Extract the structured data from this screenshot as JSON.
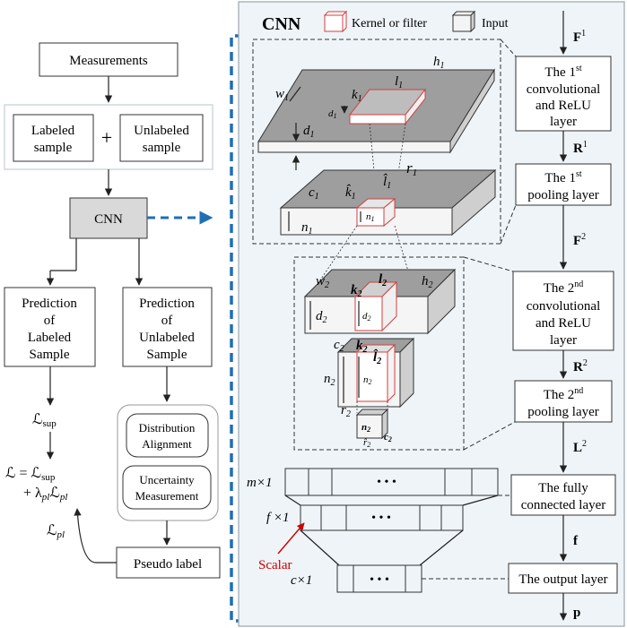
{
  "left": {
    "measurements": "Measurements",
    "labeled": [
      "Labeled",
      "sample"
    ],
    "plus": "+",
    "unlabeled": [
      "Unlabeled",
      "sample"
    ],
    "cnn": "CNN",
    "pred_labeled": [
      "Prediction",
      "of",
      "Labeled",
      "Sample"
    ],
    "pred_unlabeled": [
      "Prediction",
      "of",
      "Unlabeled",
      "Sample"
    ],
    "distribution": [
      "Distribution",
      "Alignment"
    ],
    "uncertainty": [
      "Uncertainty",
      "Measurement"
    ],
    "pseudo": "Pseudo label",
    "l_sup_main": "ℒ",
    "l_sup_sub": "sup",
    "total_line1_main": "ℒ = ℒ",
    "total_line1_sub": "sup",
    "total_line2_pre": "+ λ",
    "total_line2_sub1": "pl",
    "total_line2_mid": "ℒ",
    "total_line2_sub2": "pl",
    "l_pl_main": "ℒ",
    "l_pl_sub": "pl"
  },
  "panel": {
    "title": "CNN",
    "legend_kernel": "Kernel or filter",
    "legend_input": "Input",
    "scalar": "Scalar",
    "dots": "• • •",
    "m1_label": "m×1",
    "f1_label": "f ×1",
    "c1_label": "c×1"
  },
  "right": {
    "sig_F1": "F",
    "sig_F1_sup": "1",
    "box1": [
      "The 1",
      "st",
      "convolutional",
      "and ReLU",
      "layer"
    ],
    "sig_R1": "R",
    "sig_R1_sup": "1",
    "box2": [
      "The 1",
      "st",
      "pooling layer"
    ],
    "sig_F2": "F",
    "sig_F2_sup": "2",
    "box3": [
      "The 2",
      "nd",
      "convolutional",
      "and ReLU",
      "layer"
    ],
    "sig_R2": "R",
    "sig_R2_sup": "2",
    "box4": [
      "The 2",
      "nd",
      "pooling layer"
    ],
    "sig_L2": "L",
    "sig_L2_sup": "2",
    "box5": [
      "The fully",
      "connected layer"
    ],
    "sig_f": "f",
    "box6": "The output layer",
    "sig_p": "p"
  },
  "labels": {
    "h1": "h",
    "h1s": "1",
    "w1": "w",
    "w1s": "1",
    "k1": "k",
    "k1s": "1",
    "l1": "l",
    "l1s": "1",
    "d1a": "d",
    "d1as": "1",
    "d1": "d",
    "d1s": "1",
    "r1": "r",
    "r1s": "1",
    "c1": "c",
    "c1s": "1",
    "kh1": "k̂",
    "kh1s": "1",
    "lh1": "l̂",
    "lh1s": "1",
    "n1a": "n",
    "n1as": "1",
    "n1": "n",
    "n1s": "1",
    "w2": "w",
    "w2s": "2",
    "k2": "k",
    "k2s": "2",
    "l2": "l",
    "l2s": "2",
    "h2": "h",
    "h2s": "2",
    "d2": "d",
    "d2s": "2",
    "d2b": "d",
    "d2bs": "2",
    "c2": "c",
    "c2s": "2",
    "k2b": "k",
    "k2bs": "2",
    "lh2": "l̂",
    "lh2s": "2",
    "n2": "n",
    "n2s": "2",
    "n2b": "n",
    "n2bs": "2",
    "r2": "r",
    "r2s": "2",
    "n2c": "n",
    "n2cs": "2",
    "rh2": "r̂",
    "rh2s": "2",
    "c2b": "c",
    "c2bs": "2"
  }
}
